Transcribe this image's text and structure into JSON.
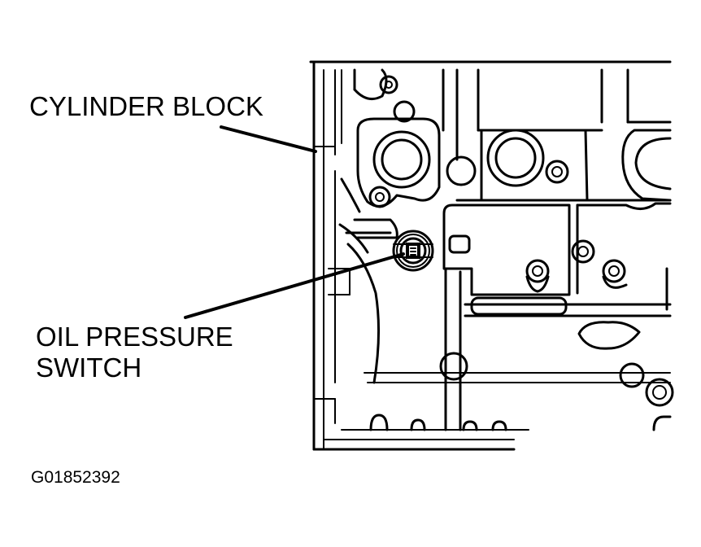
{
  "diagram": {
    "labels": {
      "cylinder_block": "CYLINDER BLOCK",
      "oil_pressure_switch_line1": "OIL PRESSURE",
      "oil_pressure_switch_line2": "SWITCH"
    },
    "figure_id": "G01852392",
    "colors": {
      "ink": "#000000",
      "background": "#ffffff"
    }
  }
}
